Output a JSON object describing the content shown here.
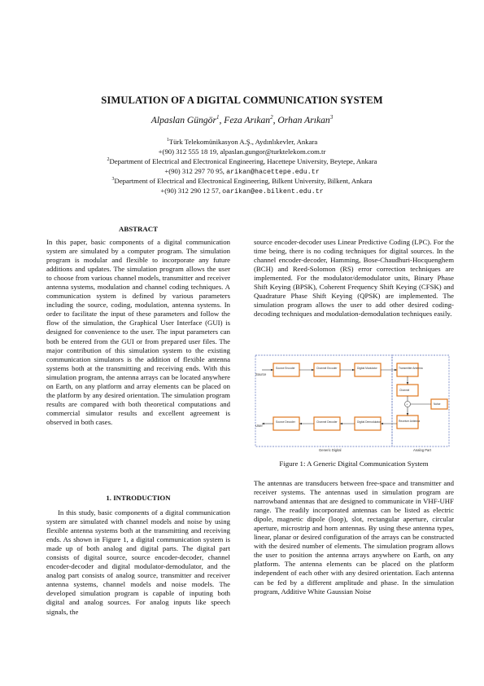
{
  "title": "SIMULATION OF A DIGITAL COMMUNICATION SYSTEM",
  "authors": [
    {
      "name": "Alpaslan Güngör",
      "sup": "1"
    },
    {
      "name": "Feza Arıkan",
      "sup": "2"
    },
    {
      "name": "Orhan Arıkan",
      "sup": "3"
    }
  ],
  "affiliations": [
    {
      "sup": "1",
      "text": "Türk Telekomünikasyon A.Ş., Aydınlıkevler, Ankara",
      "contact": "+(90) 312 555 18 19, alpaslan.gungor@turktelekom.com.tr",
      "email": ""
    },
    {
      "sup": "2",
      "text": "Department of Electrical and Electronical Engineering, Hacettepe University, Beytepe, Ankara",
      "contact": "+(90) 312 297 70 95,",
      "email": "arikan@hacettepe.edu.tr"
    },
    {
      "sup": "3",
      "text": "Department of Electrical and Electronical Engineering, Bilkent University, Bilkent, Ankara",
      "contact": "+(90) 312 290 12 57,",
      "email": "oarikan@ee.bilkent.edu.tr"
    }
  ],
  "abstract": {
    "heading": "ABSTRACT",
    "text": "In this paper, basic components of a digital communication system are simulated by a computer program. The simulation program is modular and flexible to incorporate any future additions and updates. The simulation program allows the user to choose from various channel models, transmitter and receiver antenna systems, modulation and channel coding techniques. A communication system is defined by various parameters including the source, coding, modulation, antenna systems. In order to facilitate the input of these parameters and follow the flow of the simulation, the Graphical User Interface (GUI) is designed for convenience to the user. The input parameters can both be entered from the GUI or from prepared user files. The major contribution of this simulation system to the existing communication simulators is the addition of flexible antenna systems both at the transmitting and receiving ends. With this simulation program, the antenna arrays can be located anywhere on Earth, on any platform and array elements can be placed on the platform by any desired orientation. The simulation program results are compared with both theoretical computations and commercial simulator results and excellent agreement is observed in both cases."
  },
  "introduction": {
    "heading": "1. INTRODUCTION",
    "text": "In this study, basic components of a digital communication system are simulated with channel models and noise by using flexible antenna systems both at the transmitting and receiving ends. As shown in Figure 1, a digital communication system is made up of both analog and digital parts. The digital part consists of digital source, source encoder-decoder, channel encoder-decoder and digital modulator-demodulator, and the analog part consists of analog source, transmitter and receiver antenna systems, channel models and noise models. The developed simulation program is capable of inputing both digital and analog sources. For analog inputs like speech signals, the"
  },
  "right_top": "source encoder-decoder uses Linear Predictive Coding (LPC). For the time being, there is no coding techniques for digital sources. In the channel encoder-decoder, Hamming, Bose-Chaudhuri-Hocquenghem (BCH) and Reed-Solomon (RS) error correction techniques are implemented. For the modulator/demodulator units, Binary Phase Shift Keying (BPSK), Coherent Frequency Shift Keying (CFSK) and Quadrature Phase Shift Keying (QPSK) are implemented. The simulation program allows the user to add other desired coding-decoding techniques and modulation-demodulation techniques easily.",
  "figure": {
    "caption": "Figure 1: A Generic Digital Communication System",
    "top_blocks": [
      "Source Encoder",
      "Channel Encoder",
      "Digital Modulator",
      "Transmitter Antenna"
    ],
    "right_blocks": [
      "Channel",
      "Receiver Antenna"
    ],
    "bottom_blocks": [
      "Source Decoder",
      "Channel Decoder",
      "Digital Demodulator"
    ],
    "noise_label": "Noise",
    "source_label": "Source",
    "user_label": "User",
    "digital_label": "Generic Digital",
    "analog_label": "Analog Part"
  },
  "right_bottom": "The antennas are transducers between free-space and transmitter and receiver systems. The antennas used in simulation program are narrowband antennas that are designed to communicate in VHF-UHF range. The readily incorporated antennas can be listed as electric dipole, magnetic dipole (loop), slot, rectangular aperture, circular aperture, microstrip and horn antennas. By using these antenna types, linear, planar or desired configuration of the arrays can be constructed with the desired number of elements. The simulation program allows the user to position the antenna arrays anywhere on Earth, on any platform. The antenna elements can be placed on the platform independent of each other with any desired orientation. Each antenna can be fed by a different amplitude and phase. In the simulation program, Additive White Gaussian Noise"
}
